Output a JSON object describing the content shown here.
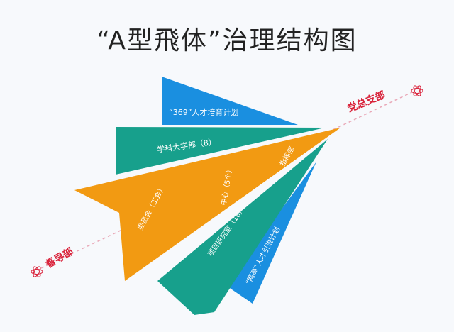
{
  "title": "“A型飛体”治理结构图",
  "nodes": {
    "top_right": "党总支部",
    "bottom_left": "督导部"
  },
  "wings": {
    "blue_top": "“369”人才培育计划",
    "teal_top": "学科大学部（8）",
    "orange_tip": "指挥部",
    "orange_mid": "中心（5个）",
    "orange_low": "委员会（工会）",
    "teal_low": "项目研究室（16）",
    "blue_low": "“两高”人才引进计划"
  },
  "colors": {
    "blue": "#1a8fe0",
    "teal": "#17a08c",
    "orange": "#f29a12",
    "red": "#d9223a",
    "dash": "#e9a9b8"
  },
  "icons": {
    "node": "atom-icon"
  }
}
